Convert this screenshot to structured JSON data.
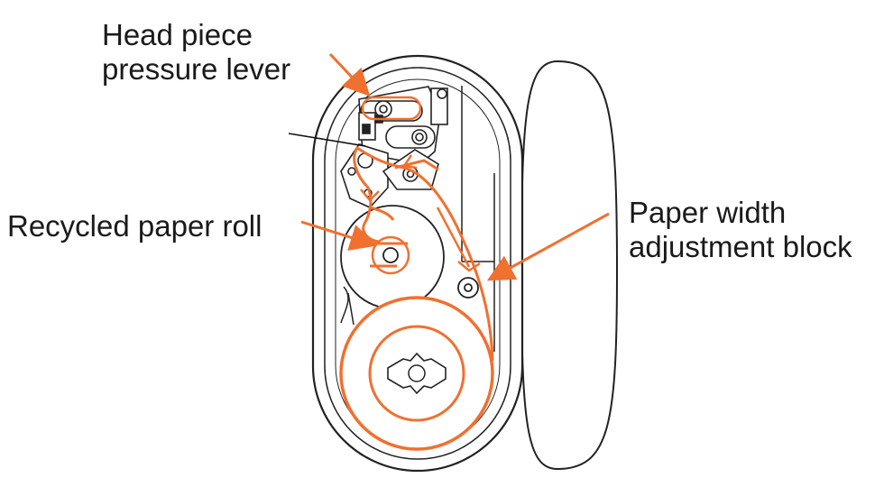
{
  "labels": {
    "head_piece_line1": "Head piece",
    "head_piece_line2": "pressure lever",
    "recycled_roll": "Recycled paper roll",
    "width_block_line1": "Paper width",
    "width_block_line2": "adjustment block"
  },
  "colors": {
    "accent": "#f07030",
    "outline": "#222222",
    "background": "#ffffff"
  },
  "icons": {
    "arrows": "orange-callout-arrow"
  }
}
